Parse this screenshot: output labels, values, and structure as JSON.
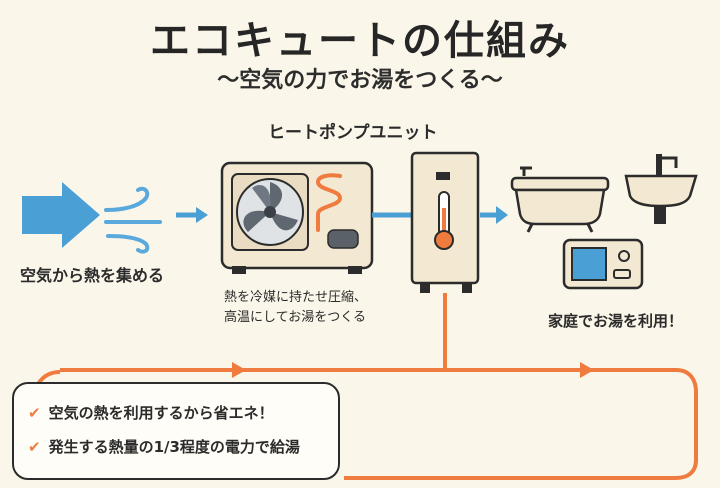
{
  "title": "エコキュートの仕組み",
  "subtitle": "〜空気の力でお湯をつくる〜",
  "heat_pump_label": "ヒートポンプユニット",
  "intake_label": "空気から熱を集める",
  "compress_label": {
    "line1": "熱を冷媒に持たせ圧縮、",
    "line2": "高温にしてお湯をつくる"
  },
  "usage_label": "家庭でお湯を利用！",
  "notes": [
    "空気の熱を利用するから省エネ！",
    "発生する熱量の1/3程度の電力で給湯"
  ],
  "colors": {
    "accent_orange": "#f07b3f",
    "accent_blue": "#4a9fd4",
    "background": "#fbf6ea"
  }
}
